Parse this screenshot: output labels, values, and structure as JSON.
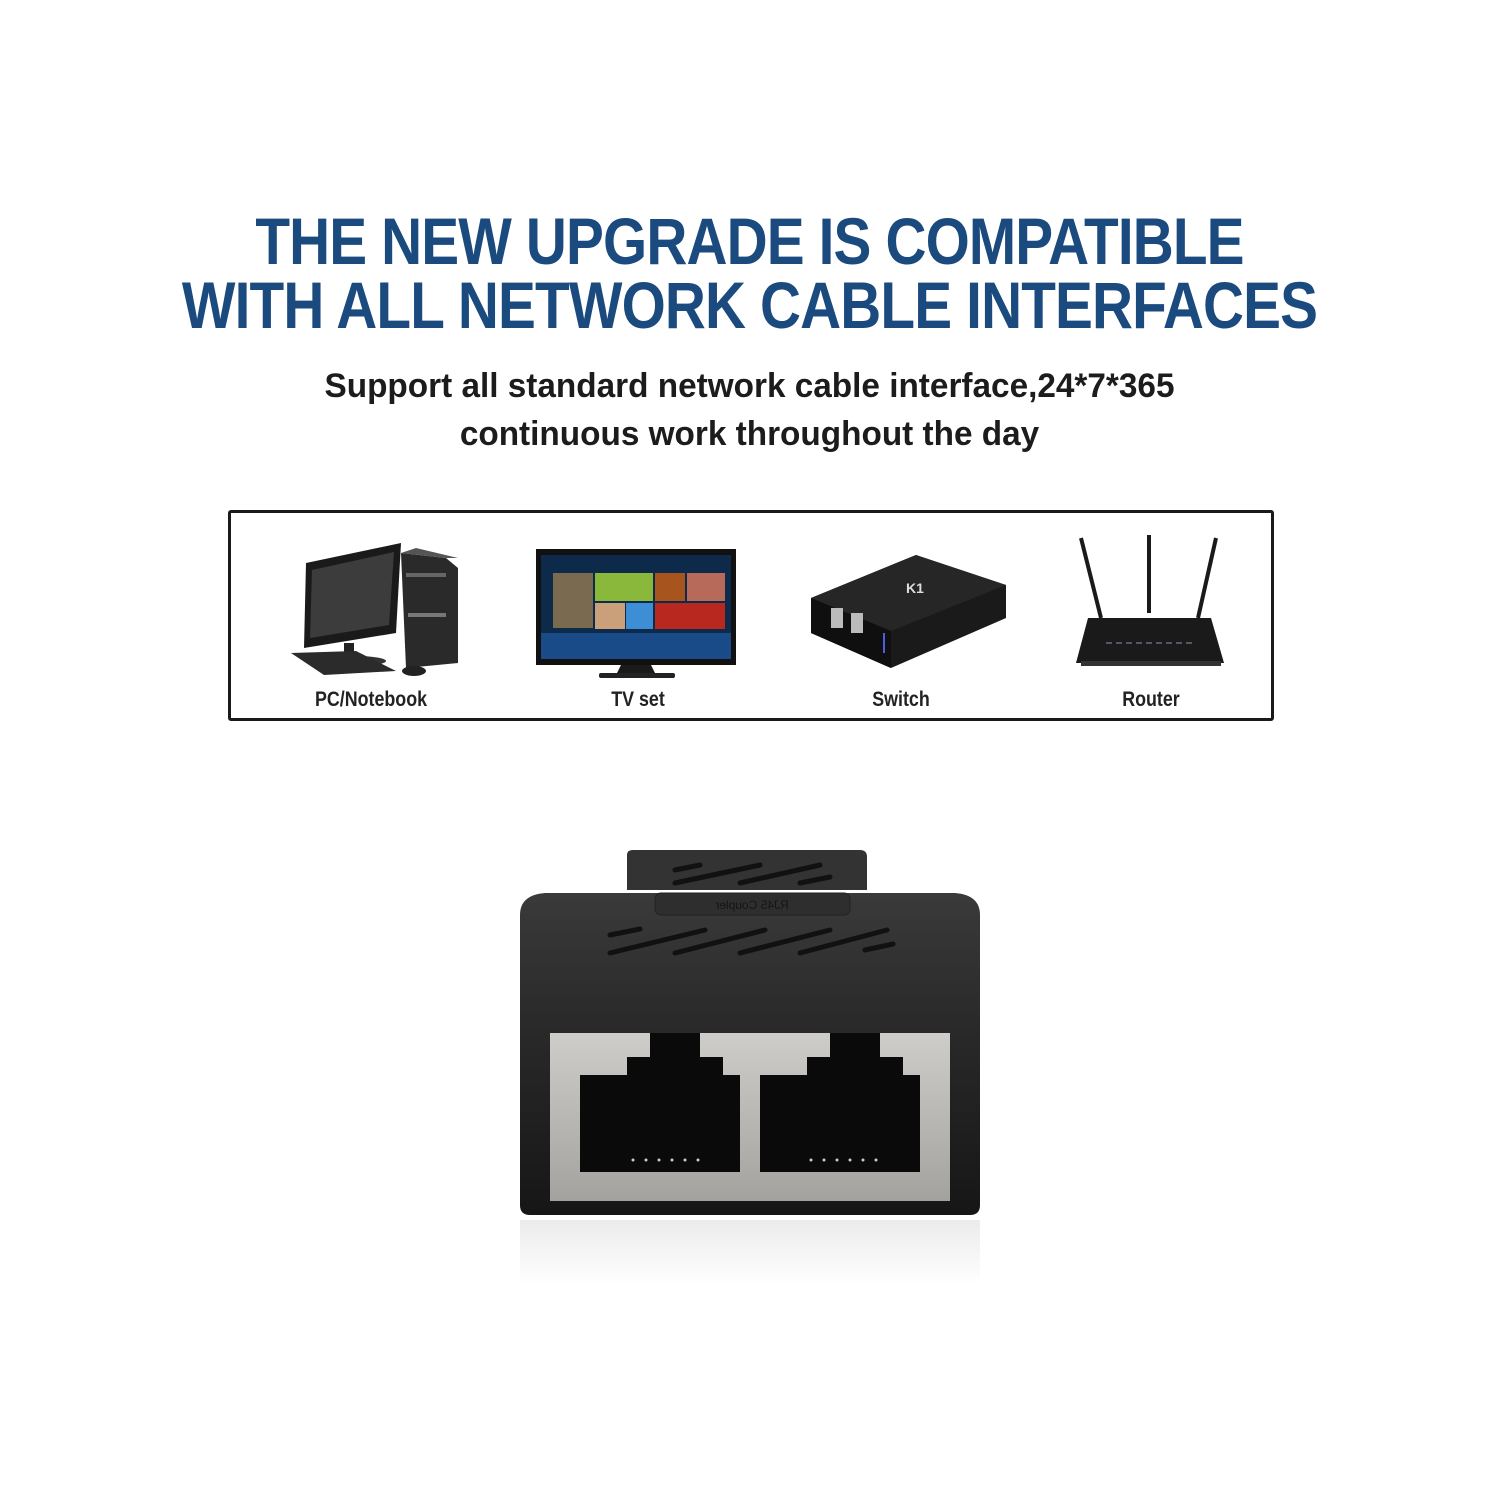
{
  "headline": {
    "line1": "THE NEW UPGRADE IS COMPATIBLE",
    "line2": "WITH ALL NETWORK CABLE INTERFACES",
    "color": "#1b4a7e"
  },
  "subtitle": {
    "line1": "Support all standard network cable interface,24*7*365",
    "line2": "continuous work throughout the day"
  },
  "devices": [
    {
      "label": "PC/Notebook",
      "icon": "desktop-computer-icon"
    },
    {
      "label": "TV set",
      "icon": "television-icon"
    },
    {
      "label": "Switch",
      "icon": "network-box-icon"
    },
    {
      "label": "Router",
      "icon": "wifi-router-icon"
    }
  ],
  "product": {
    "name": "RJ45 Coupler",
    "ports": 2,
    "body_color": "#1f1f1f",
    "shield_color": "#b5b3b0"
  }
}
